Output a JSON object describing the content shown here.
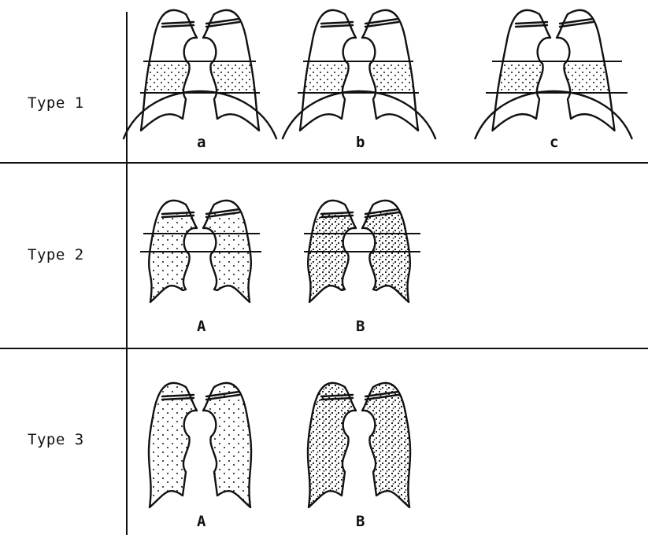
{
  "rows": [
    {
      "label": "Type 1",
      "panels": [
        "a",
        "b",
        "c"
      ]
    },
    {
      "label": "Type 2",
      "panels": [
        "A",
        "B"
      ]
    },
    {
      "label": "Type 3",
      "panels": [
        "A",
        "B"
      ]
    }
  ]
}
